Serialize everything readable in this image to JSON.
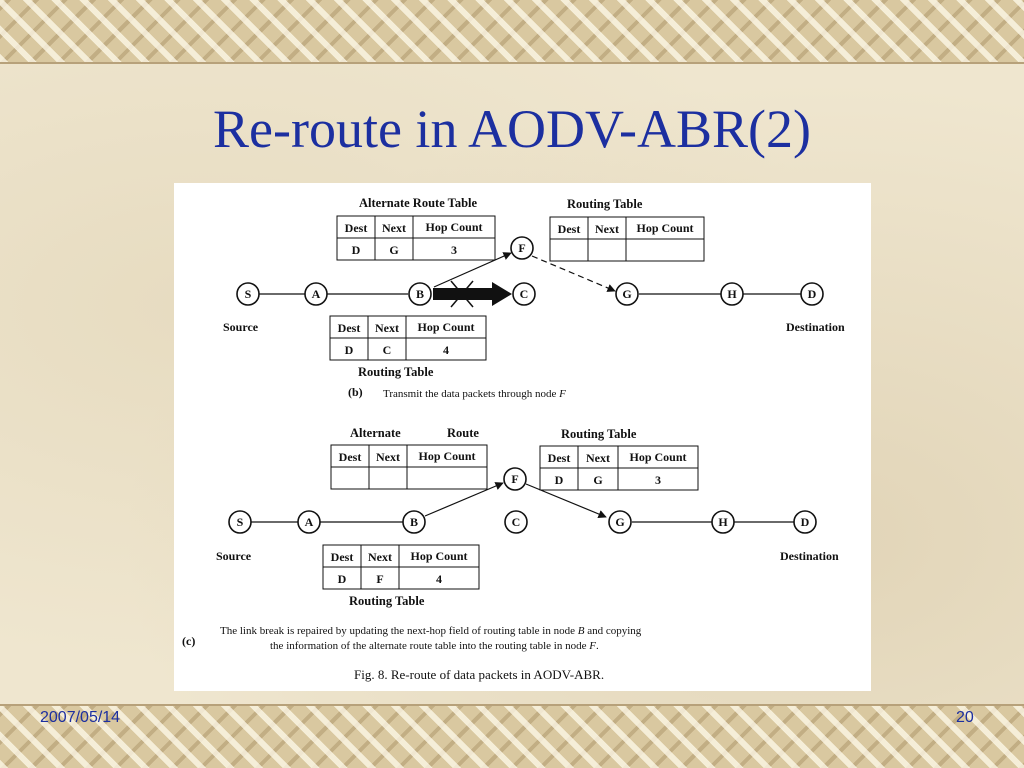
{
  "slide": {
    "title": "Re-route in AODV-ABR(2)",
    "date": "2007/05/14",
    "page_number": "20"
  },
  "figure": {
    "part_b": {
      "letter": "(b)",
      "caption_plain": "Transmit the data packets through node ",
      "caption_italic": "F",
      "nodes": {
        "S": "S",
        "A": "A",
        "B": "B",
        "C": "C",
        "F": "F",
        "G": "G",
        "H": "H",
        "D": "D"
      },
      "source_label": "Source",
      "destination_label": "Destination",
      "alternate_table": {
        "title": "Alternate Route Table",
        "headers": [
          "Dest",
          "Next",
          "Hop Count"
        ],
        "row": [
          "D",
          "G",
          "3"
        ]
      },
      "f_table": {
        "title": "Routing Table",
        "headers": [
          "Dest",
          "Next",
          "Hop Count"
        ],
        "row": [
          "",
          "",
          ""
        ]
      },
      "b_table": {
        "title": "Routing Table",
        "headers": [
          "Dest",
          "Next",
          "Hop Count"
        ],
        "row": [
          "D",
          "C",
          "4"
        ]
      }
    },
    "part_c": {
      "letter": "(c)",
      "caption_line1_a": "The link break is repaired by updating the next-hop field of routing table in node ",
      "caption_line1_b": "B",
      "caption_line1_c": " and copying",
      "caption_line2_a": "the information of the alternate route table into the routing table in node ",
      "caption_line2_b": "F",
      "caption_line2_c": ".",
      "nodes": {
        "S": "S",
        "A": "A",
        "B": "B",
        "C": "C",
        "F": "F",
        "G": "G",
        "H": "H",
        "D": "D"
      },
      "source_label": "Source",
      "destination_label": "Destination",
      "alternate_table": {
        "title_left": "Alternate",
        "title_right": "Route",
        "headers": [
          "Dest",
          "Next",
          "Hop Count"
        ],
        "row": [
          "",
          "",
          ""
        ]
      },
      "f_table": {
        "title": "Routing Table",
        "headers": [
          "Dest",
          "Next",
          "Hop Count"
        ],
        "row": [
          "D",
          "G",
          "3"
        ]
      },
      "b_table": {
        "title": "Routing Table",
        "headers": [
          "Dest",
          "Next",
          "Hop Count"
        ],
        "row": [
          "D",
          "F",
          "4"
        ]
      }
    },
    "figure_caption": "Fig. 8.  Re-route of data packets in AODV-ABR."
  }
}
